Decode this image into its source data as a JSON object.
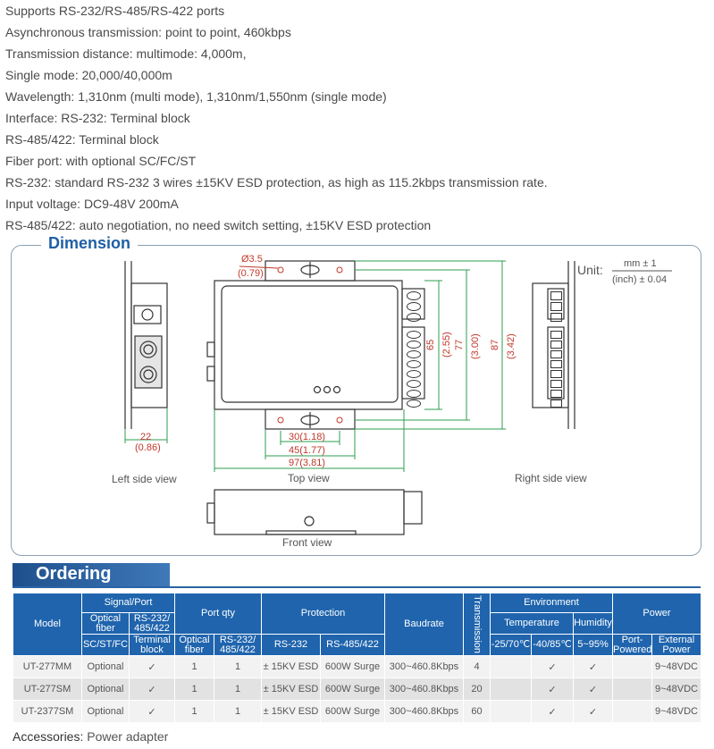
{
  "specs": [
    "Supports RS-232/RS-485/RS-422 ports",
    "Asynchronous transmission: point to point, 460kbps",
    "Transmission distance: multimode: 4,000m,",
    "Single mode: 20,000/40,000m",
    "Wavelength: 1,310nm (multi mode), 1,310nm/1,550nm (single mode)",
    "Interface: RS-232: Terminal block",
    "RS-485/422: Terminal block",
    "Fiber port: with optional SC/FC/ST",
    "RS-232: standard RS-232 3 wires ±15KV ESD protection, as high as 115.2kbps transmission rate.",
    "Input voltage: DC9-48V 200mA",
    "RS-485/422: auto negotiation, no need switch setting, ±15KV ESD protection"
  ],
  "dimension": {
    "title": "Dimension",
    "unit_label": "Unit:",
    "unit_mm": "mm ± 1",
    "unit_inch": "(inch) ± 0.04",
    "views": {
      "left": "Left side view",
      "top": "Top view",
      "right": "Right side view",
      "front": "Front view"
    },
    "dims": {
      "hole_mm": "Ø3.5",
      "hole_in": "(0.79)",
      "left_mm": "22",
      "left_in": "(0.86)",
      "w30": "30(1.18)",
      "w45": "45(1.77)",
      "w97": "97(3.81)",
      "h65": "65",
      "h65_in": "(2.55)",
      "h77": "77",
      "h77_in": "(3.00)",
      "h87": "87",
      "h87_in": "(3.42)"
    }
  },
  "ordering": {
    "title": "Ordering",
    "headers": {
      "model": "Model",
      "signal_port": "Signal/Port",
      "optical_fiber": "Optical fiber",
      "rs232_485_422": "RS-232/ 485/422",
      "sc_st_fc": "SC/ST/FC",
      "terminal_block": "Terminal block",
      "port_qty": "Port qty",
      "pq_optical": "Optical fiber",
      "pq_rs": "RS-232/ 485/422",
      "protection": "Protection",
      "prot_rs232": "RS-232",
      "prot_rs485": "RS-485/422",
      "baudrate": "Baudrate",
      "transmission": "Transmission",
      "environment": "Environment",
      "temperature": "Temperature",
      "humidity": "Humidity",
      "temp1": "-25/70℃",
      "temp2": "-40/85℃",
      "hum": "5~95%",
      "power": "Power",
      "port_powered": "Port- Powered",
      "external_power": "External Power"
    },
    "rows": [
      {
        "model": "UT-277MM",
        "optical": "Optional",
        "terminal": "✓",
        "pq_opt": "1",
        "pq_rs": "1",
        "p232": "± 15KV ESD",
        "p485": "600W Surge",
        "baud": "300~460.8Kbps",
        "trans": "4",
        "t1": "",
        "t2": "✓",
        "hum": "✓",
        "portpow": "",
        "ext": "9~48VDC"
      },
      {
        "model": "UT-277SM",
        "optical": "Optional",
        "terminal": "✓",
        "pq_opt": "1",
        "pq_rs": "1",
        "p232": "± 15KV ESD",
        "p485": "600W Surge",
        "baud": "300~460.8Kbps",
        "trans": "20",
        "t1": "",
        "t2": "✓",
        "hum": "✓",
        "portpow": "",
        "ext": "9~48VDC"
      },
      {
        "model": "UT-2377SM",
        "optical": "Optional",
        "terminal": "✓",
        "pq_opt": "1",
        "pq_rs": "1",
        "p232": "± 15KV ESD",
        "p485": "600W Surge",
        "baud": "300~460.8Kbps",
        "trans": "60",
        "t1": "",
        "t2": "✓",
        "hum": "✓",
        "portpow": "",
        "ext": "9~48VDC"
      }
    ]
  },
  "accessories": {
    "label": "Accessories:",
    "value": "Power adapter"
  },
  "colors": {
    "heading": "#1f5fa6",
    "table_header": "#1f64ad",
    "dim_line": "#2e9e4f",
    "dim_text": "#c0392b"
  }
}
